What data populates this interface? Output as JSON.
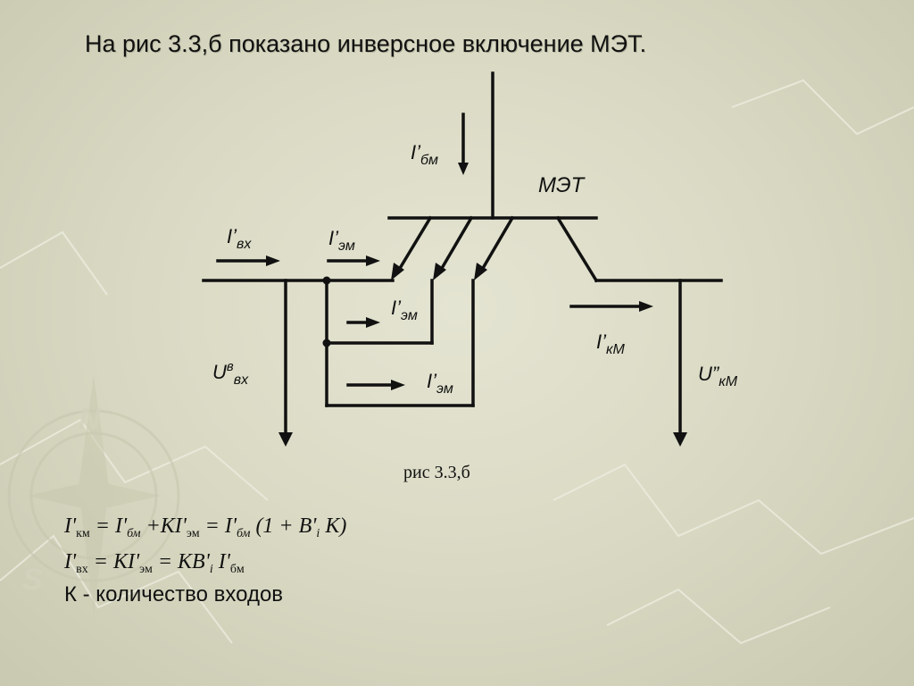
{
  "slide": {
    "title": "На рис 3.3,б показано инверсное включение МЭТ.",
    "device_label": "МЭТ",
    "caption": "рис 3.3,б",
    "note": "К - количество входов"
  },
  "labels": {
    "i_bm": {
      "main": "I’",
      "sub": "бм"
    },
    "i_vx": {
      "main": "I’",
      "sub": "вх"
    },
    "i_em_top": {
      "main": "I’",
      "sub": "эм"
    },
    "i_em_mid": {
      "main": "I’",
      "sub": "эм"
    },
    "i_em_bot": {
      "main": "I’",
      "sub": "эм"
    },
    "i_km": {
      "main": "I’",
      "sub": "кМ"
    },
    "u_vx": {
      "main": "U",
      "sup": "в",
      "sub": "вх"
    },
    "u_km": {
      "main": "U”",
      "sub": "кМ"
    }
  },
  "formulas": {
    "f1": {
      "t1": "I'",
      "s1": "км",
      "t2": " = I'",
      "s2": "бм",
      "t3": " +KI'",
      "s3": "эм",
      "t4": " = I'",
      "s4": "бм",
      "t5": " (1 + B'",
      "s5": "i",
      "t6": " K)"
    },
    "f2": {
      "t1": "I'",
      "s1": "вх",
      "t2": " = KI'",
      "s2": "эм",
      "t3": " = KB'",
      "s3": "i",
      "t4": " I'",
      "s4": "бм"
    }
  },
  "colors": {
    "line": "#111111",
    "background": "#dcdcc6",
    "watermark": "#cfcfb8"
  }
}
